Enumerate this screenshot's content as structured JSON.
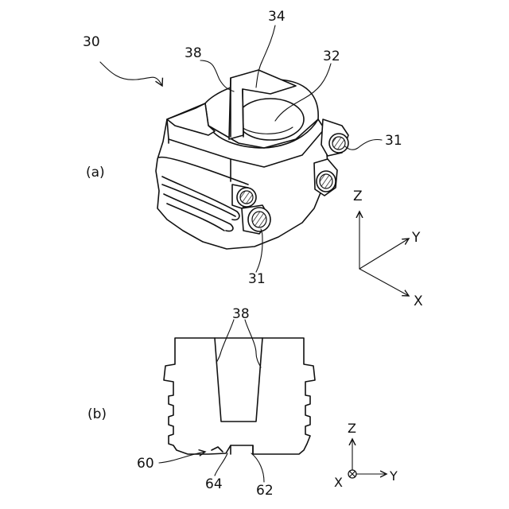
{
  "colors": {
    "line": "#111111",
    "background": "#ffffff"
  },
  "view_a": {
    "caption": "(a)",
    "ref_assembly": "30",
    "ref_pin_boss": "38",
    "ref_top": "34",
    "ref_bore": "32",
    "ref_port_right": "31",
    "ref_port_bottom": "31",
    "axes": {
      "z": "Z",
      "y": "Y",
      "x": "X"
    }
  },
  "view_b": {
    "caption": "(b)",
    "ref_pin_boss": "38",
    "ref_recess": "60",
    "ref_step": "64",
    "ref_slot": "62",
    "axes": {
      "z": "Z",
      "x": "X",
      "y": "Y"
    }
  }
}
